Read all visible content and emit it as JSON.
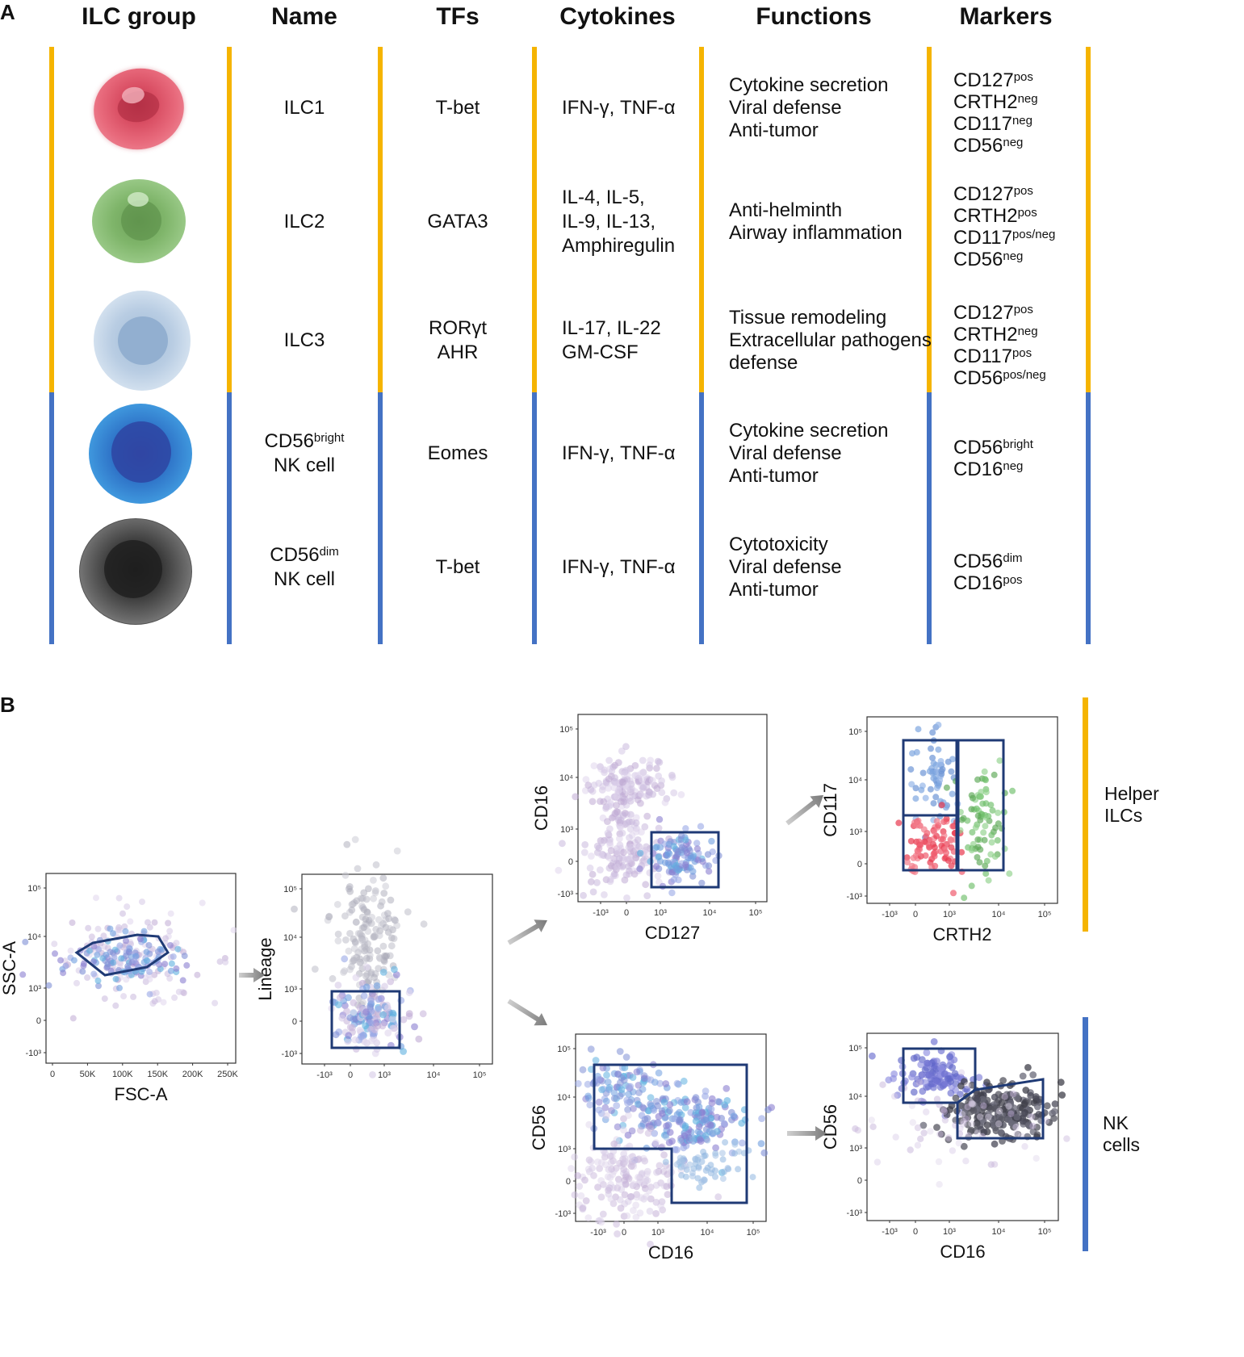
{
  "panel_a": {
    "letter": "A",
    "headers": [
      "ILC group",
      "Name",
      "TFs",
      "Cytokines",
      "Functions",
      "Markers"
    ],
    "rows": [
      {
        "name": [
          "ILC1"
        ],
        "tfs": [
          "T-bet"
        ],
        "cytokines": [
          "IFN-γ, TNF-α"
        ],
        "functions": [
          "Cytokine secretion",
          "Viral defense",
          "Anti-tumor"
        ],
        "markers": [
          [
            "CD127",
            "pos"
          ],
          [
            "CRTH2",
            "neg"
          ],
          [
            "CD117",
            "neg"
          ],
          [
            "CD56",
            "neg"
          ]
        ]
      },
      {
        "name": [
          "ILC2"
        ],
        "tfs": [
          "GATA3"
        ],
        "cytokines": [
          "IL-4, IL-5,",
          "IL-9, IL-13,",
          "Amphiregulin"
        ],
        "functions": [
          "Anti-helminth",
          "Airway inflammation"
        ],
        "markers": [
          [
            "CD127",
            "pos"
          ],
          [
            "CRTH2",
            "pos"
          ],
          [
            "CD117",
            "pos/neg"
          ],
          [
            "CD56",
            "neg"
          ]
        ]
      },
      {
        "name": [
          "ILC3"
        ],
        "tfs": [
          "RORγt",
          "AHR"
        ],
        "cytokines": [
          "IL-17, IL-22",
          "GM-CSF"
        ],
        "functions": [
          "Tissue remodeling",
          "Extracellular pathogens",
          "defense"
        ],
        "markers": [
          [
            "CD127",
            "pos"
          ],
          [
            "CRTH2",
            "neg"
          ],
          [
            "CD117",
            "pos"
          ],
          [
            "CD56",
            "pos/neg"
          ]
        ]
      },
      {
        "name": [
          "CD56",
          "bright",
          "NK cell"
        ],
        "tfs": [
          "Eomes"
        ],
        "cytokines": [
          "IFN-γ, TNF-α"
        ],
        "functions": [
          "Cytokine secretion",
          "Viral defense",
          "Anti-tumor"
        ],
        "markers": [
          [
            "CD56",
            "bright"
          ],
          [
            "CD16",
            "neg"
          ]
        ]
      },
      {
        "name": [
          "CD56",
          "dim",
          "NK cell"
        ],
        "tfs": [
          "T-bet"
        ],
        "cytokines": [
          "IFN-γ, TNF-α"
        ],
        "functions": [
          "Cytotoxicity",
          "Viral defense",
          "Anti-tumor"
        ],
        "markers": [
          [
            "CD56",
            "dim"
          ],
          [
            "CD16",
            "pos"
          ]
        ]
      }
    ],
    "colors": {
      "helper": "#f5b400",
      "nk": "#4472c4"
    }
  },
  "panel_b": {
    "letter": "B",
    "plots": [
      {
        "id": "p1",
        "xlabel": "FSC-A",
        "ylabel": "SSC-A",
        "xticks": [
          "0",
          "50K",
          "100K",
          "150K",
          "200K",
          "250K"
        ],
        "yticks": [
          "10⁵",
          "10⁴",
          "10³",
          "0",
          "-10³"
        ]
      },
      {
        "id": "p2",
        "xlabel": "",
        "ylabel": "Lineage",
        "xticks": [
          "-10³",
          "0",
          "10³",
          "10⁴",
          "10⁵"
        ],
        "yticks": [
          "10⁵",
          "10⁴",
          "10³",
          "0",
          "-10³"
        ]
      },
      {
        "id": "p3",
        "xlabel": "CD127",
        "ylabel": "CD16",
        "xticks": [
          "-10³",
          "0",
          "10³",
          "10⁴",
          "10⁵"
        ],
        "yticks": [
          "10⁵",
          "10⁴",
          "10³",
          "0",
          "-10³"
        ]
      },
      {
        "id": "p4",
        "xlabel": "CRTH2",
        "ylabel": "CD117",
        "xticks": [
          "-10³",
          "0",
          "10³",
          "10⁴",
          "10⁵"
        ],
        "yticks": [
          "10⁵",
          "10⁴",
          "10³",
          "0",
          "-10³"
        ]
      },
      {
        "id": "p5",
        "xlabel": "CD16",
        "ylabel": "CD56",
        "xticks": [
          "-10³",
          "0",
          "10³",
          "10⁴",
          "10⁵"
        ],
        "yticks": [
          "10⁵",
          "10⁴",
          "10³",
          "0",
          "-10³"
        ]
      },
      {
        "id": "p6",
        "xlabel": "CD16",
        "ylabel": "CD56",
        "xticks": [
          "-10³",
          "0",
          "10³",
          "10⁴",
          "10⁵"
        ],
        "yticks": [
          "10⁵",
          "10⁴",
          "10³",
          "0",
          "-10³"
        ]
      }
    ],
    "labels": {
      "helper": [
        "Helper",
        "ILCs"
      ],
      "nk": [
        "NK",
        "cells"
      ]
    },
    "gate_color": "#1f3a75"
  }
}
